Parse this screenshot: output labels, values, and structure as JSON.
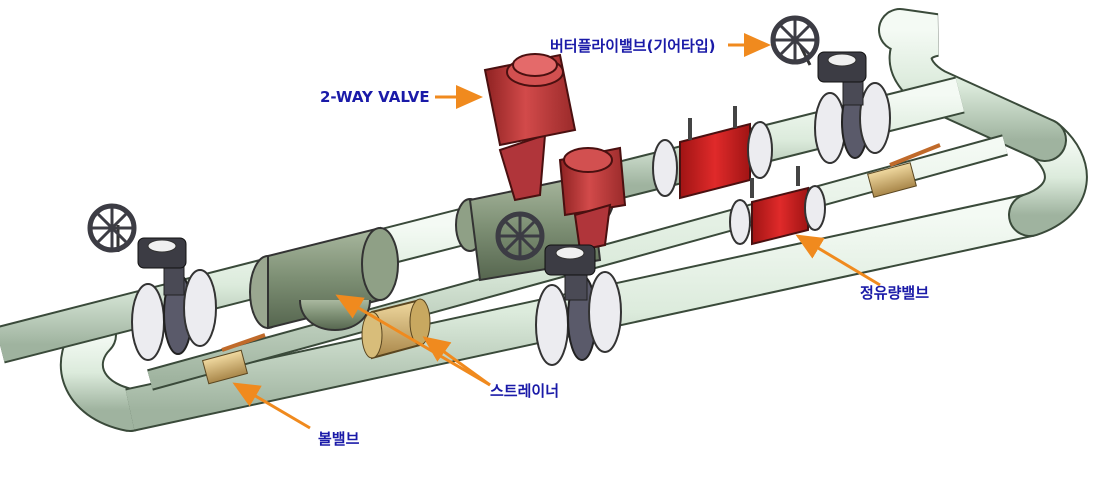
{
  "colors": {
    "pipe": "#e3efe3",
    "pipe_stroke": "#3a4a3a",
    "valve_red": "#c83c3c",
    "meter_red": "#d21e1e",
    "strainer_green": "#84967a",
    "brass": "#c8a860",
    "flange_gray": "#5a5a6a",
    "handwheel": "#3c3c44",
    "label_text": "#1a1aa8",
    "arrow": "#f08a1e"
  },
  "labels": {
    "butterfly": "버터플라이밸브(기어타입)",
    "two_way": "2-WAY VALVE",
    "flow": "정유량밸브",
    "strainer": "스트레이너",
    "ball": "볼밸브"
  }
}
